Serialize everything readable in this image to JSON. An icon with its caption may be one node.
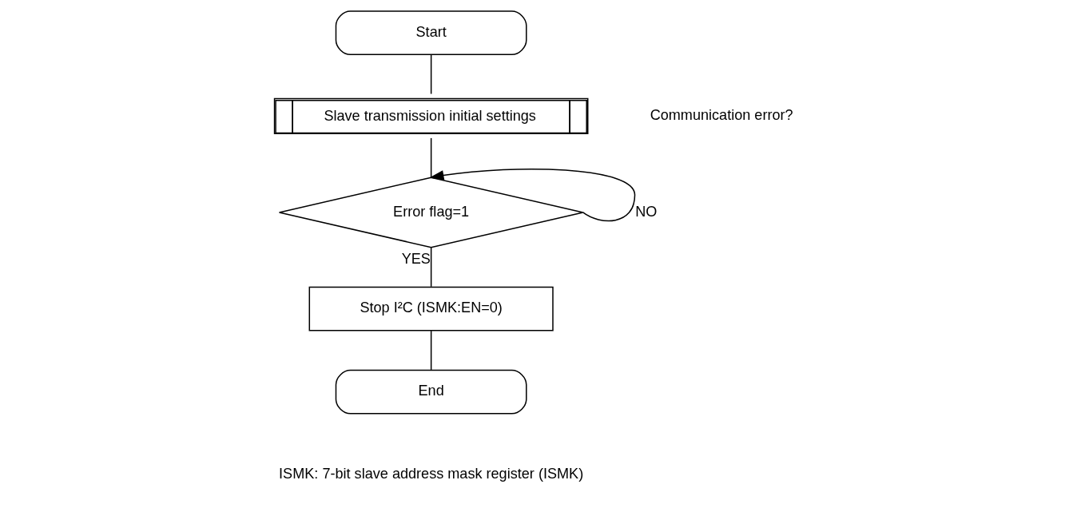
{
  "diagram": {
    "nodes": [
      {
        "text": [
          "Start"
        ]
      },
      {
        "text": [
          "Slave transmission initial settings"
        ]
      },
      {
        "text": [
          "Error flag=1"
        ]
      },
      {
        "text": [
          "Stop I²C (ISMK:EN=0)"
        ]
      },
      {
        "text": [
          "End"
        ]
      }
    ],
    "edges": [
      {
        "from": 0,
        "to": 1,
        "arrow": "none"
      },
      {
        "from": 1,
        "to": 2,
        "arrow": "none"
      },
      {
        "from": 2,
        "to": 2,
        "arrow": "to",
        "label": "NO"
      },
      {
        "from": 2,
        "to": 3,
        "arrow": "none",
        "label": "YES"
      },
      {
        "from": 3,
        "to": 4,
        "arrow": "none"
      }
    ],
    "labels": [
      "Communication error?",
      "ISMK: 7-bit slave address mask register (ISMK)"
    ]
  }
}
